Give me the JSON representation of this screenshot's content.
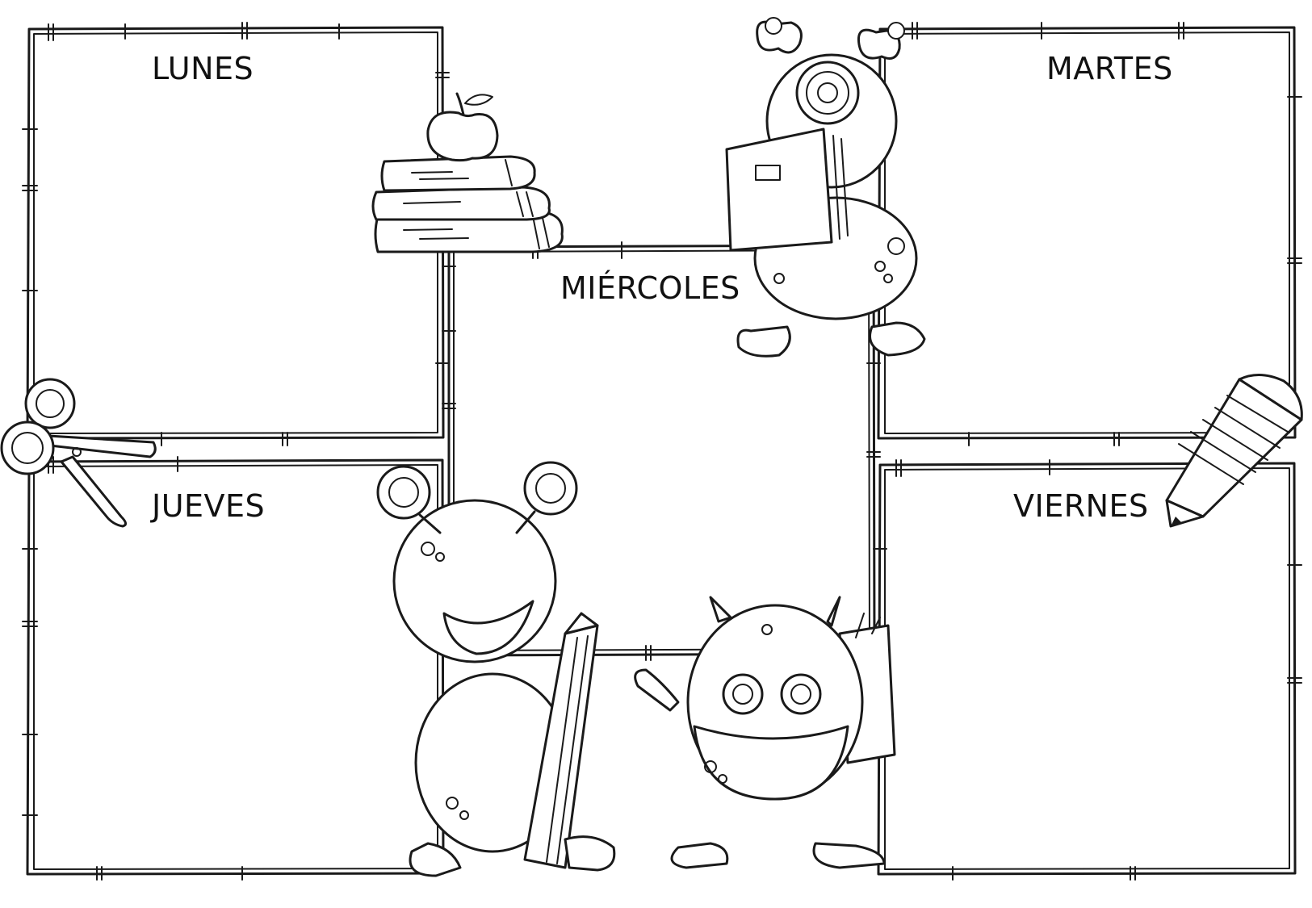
{
  "days": {
    "monday": "LUNES",
    "tuesday": "MARTES",
    "wednesday": "MIÉRCOLES",
    "thursday": "JUEVES",
    "friday": "VIERNES"
  },
  "decorations": [
    "books-with-apple",
    "scissors",
    "pencil",
    "monster-with-book",
    "monster-with-pencil",
    "monster-with-backpack"
  ],
  "colors": {
    "ink": "#1a1a1a",
    "paper": "#ffffff"
  }
}
